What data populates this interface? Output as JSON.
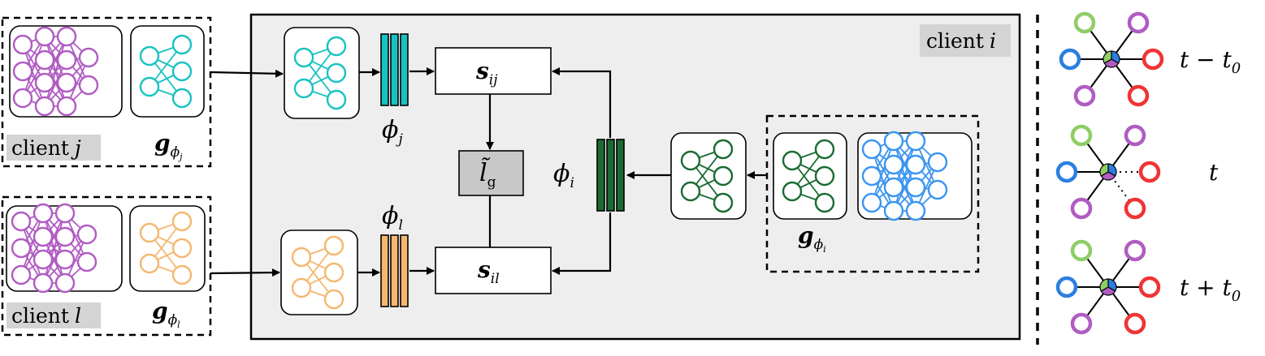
{
  "colors": {
    "client_j_model": "#b05cc2",
    "client_j_g": "#19c2c2",
    "client_l_model": "#b05cc2",
    "client_l_g": "#f5b870",
    "client_i_g": "#1a6b32",
    "client_i_model": "#3b95f0",
    "panel_bg": "#eeeeee",
    "label_bg": "#d4d4d4",
    "node_green": "#8fcd66",
    "node_blue": "#2b7fe0",
    "node_red": "#f03434",
    "node_purple": "#b05cc2"
  },
  "client_j": {
    "label_text": "client",
    "label_var": "j",
    "g_main": "g",
    "g_sub_phi": "ϕ",
    "g_sub_idx": "j"
  },
  "client_l": {
    "label_text": "client",
    "label_var": "l",
    "g_main": "g",
    "g_sub_phi": "ϕ",
    "g_sub_idx": "l"
  },
  "client_i": {
    "label_text": "client",
    "label_var": "i",
    "g_main": "g",
    "g_sub_phi": "ϕ",
    "g_sub_idx": "i",
    "phi_j": {
      "main": "ϕ",
      "sub": "j"
    },
    "phi_l": {
      "main": "ϕ",
      "sub": "l"
    },
    "phi_i": {
      "main": "ϕ",
      "sub": "i"
    },
    "s_ij": {
      "main": "s",
      "sub": "ij"
    },
    "s_il": {
      "main": "s",
      "sub": "il"
    },
    "loss": {
      "main": "l̃",
      "sub": "g"
    }
  },
  "graphs": [
    {
      "label": "t − t",
      "sub": "0"
    },
    {
      "label": "t",
      "sub": ""
    },
    {
      "label": "t + t",
      "sub": "0"
    }
  ]
}
